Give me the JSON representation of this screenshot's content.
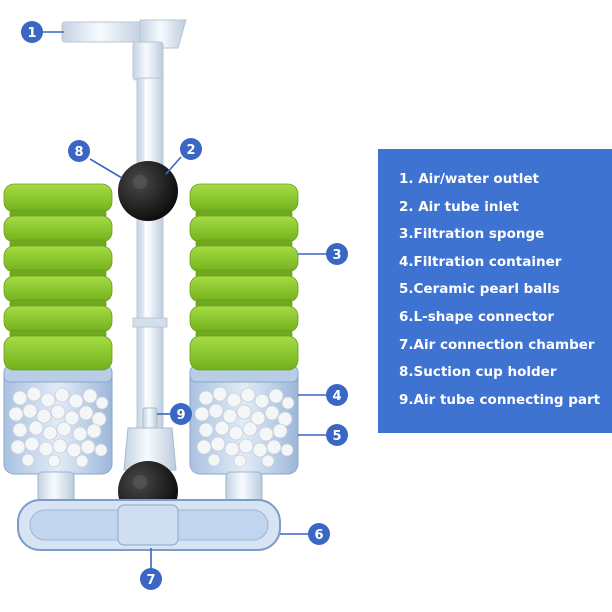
{
  "callouts": [
    "1",
    "2",
    "3",
    "4",
    "5",
    "6",
    "7",
    "8",
    "9"
  ],
  "legend": {
    "items": [
      "1. Air/water outlet",
      "2. Air tube inlet",
      "3.Filtration sponge",
      "4.Filtration container",
      "5.Ceramic pearl balls",
      "6.L-shape connector",
      "7.Air connection chamber",
      "8.Suction cup holder",
      "9.Air tube connecting part"
    ]
  },
  "colors": {
    "callout_circle": "#3a66c4",
    "legend_bg": "#3f73d2",
    "sponge": "#8fcc2c",
    "suction_cup": "#141414",
    "tube": "#dfe9f3",
    "container": "#c8d9ee"
  }
}
